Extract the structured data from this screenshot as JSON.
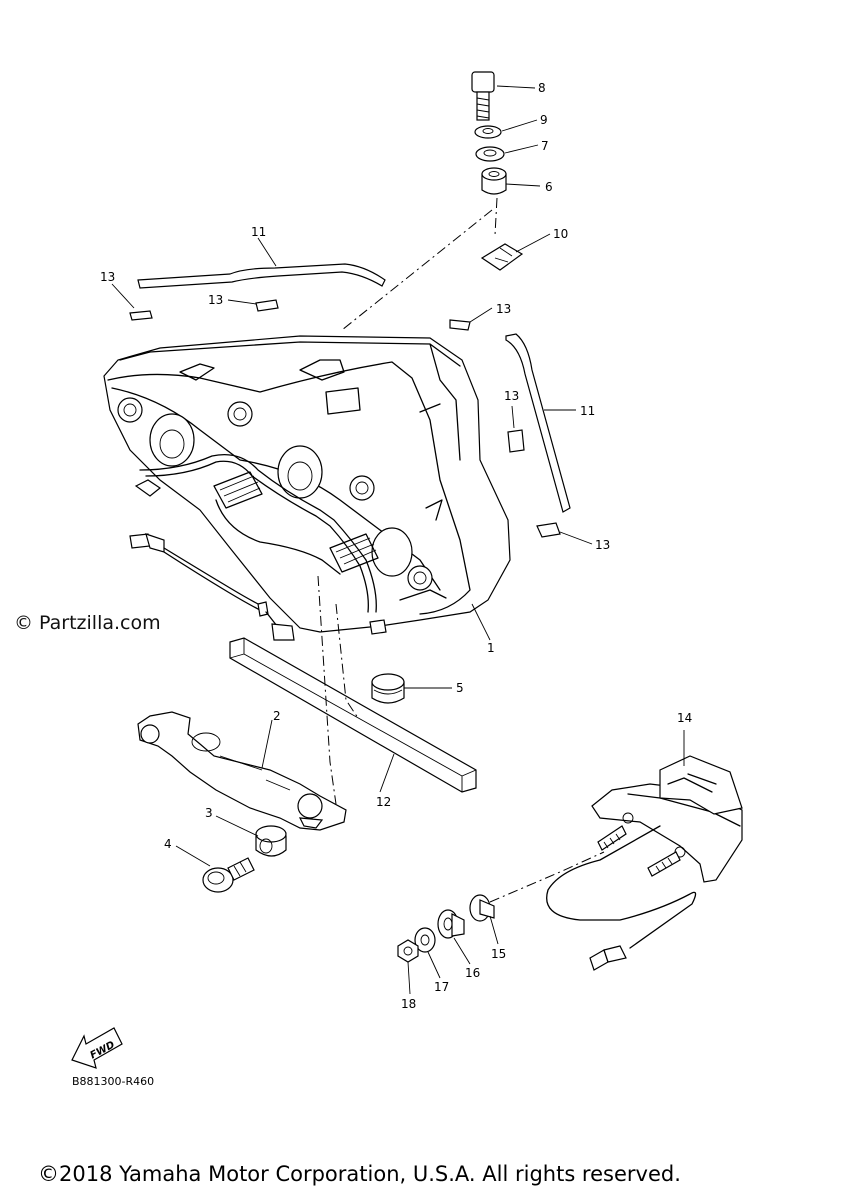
{
  "watermark": "© Partzilla.com",
  "copyright": "©2018 Yamaha Motor Corporation, U.S.A. All rights reserved.",
  "drawing_code": "B881300-R460",
  "fwd_label": "FWD",
  "callouts": {
    "p1": "1",
    "p2": "2",
    "p3": "3",
    "p4": "4",
    "p5": "5",
    "p6": "6",
    "p7": "7",
    "p8": "8",
    "p9": "9",
    "p10": "10",
    "p11a": "11",
    "p11b": "11",
    "p12": "12",
    "p13a": "13",
    "p13b": "13",
    "p13c": "13",
    "p13d": "13",
    "p13e": "13",
    "p14": "14",
    "p15": "15",
    "p16": "16",
    "p17": "17",
    "p18": "18"
  }
}
